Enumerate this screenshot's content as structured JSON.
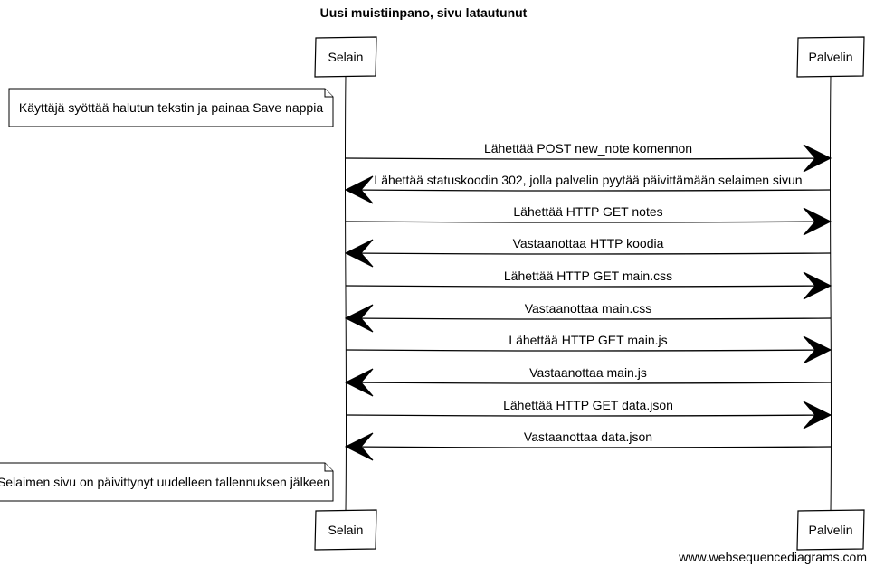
{
  "title": "Uusi muistiinpano, sivu latautunut",
  "participants": [
    {
      "id": "selain",
      "label": "Selain"
    },
    {
      "id": "palvelin",
      "label": "Palvelin"
    }
  ],
  "notes": [
    {
      "over": "selain",
      "side": "left",
      "after_message": -1,
      "text": "Käyttäjä syöttää halutun tekstin ja painaa Save nappia"
    },
    {
      "over": "selain",
      "side": "left",
      "after_message": 9,
      "text": "Selaimen sivu on päivittynyt uudelleen tallennuksen jälkeen"
    }
  ],
  "messages": [
    {
      "from": "selain",
      "to": "palvelin",
      "text": "Lähettää POST new_note komennon"
    },
    {
      "from": "palvelin",
      "to": "selain",
      "text": "Lähettää statuskoodin 302, jolla palvelin pyytää päivittämään selaimen sivun"
    },
    {
      "from": "selain",
      "to": "palvelin",
      "text": "Lähettää HTTP GET notes"
    },
    {
      "from": "palvelin",
      "to": "selain",
      "text": "Vastaanottaa HTTP koodia"
    },
    {
      "from": "selain",
      "to": "palvelin",
      "text": "Lähettää HTTP GET main.css"
    },
    {
      "from": "palvelin",
      "to": "selain",
      "text": "Vastaanottaa main.css"
    },
    {
      "from": "selain",
      "to": "palvelin",
      "text": "Lähettää HTTP GET main.js"
    },
    {
      "from": "palvelin",
      "to": "selain",
      "text": "Vastaanottaa main.js"
    },
    {
      "from": "selain",
      "to": "palvelin",
      "text": "Lähettää HTTP GET data.json"
    },
    {
      "from": "palvelin",
      "to": "selain",
      "text": "Vastaanottaa data.json"
    }
  ],
  "watermark": "www.websequencediagrams.com"
}
